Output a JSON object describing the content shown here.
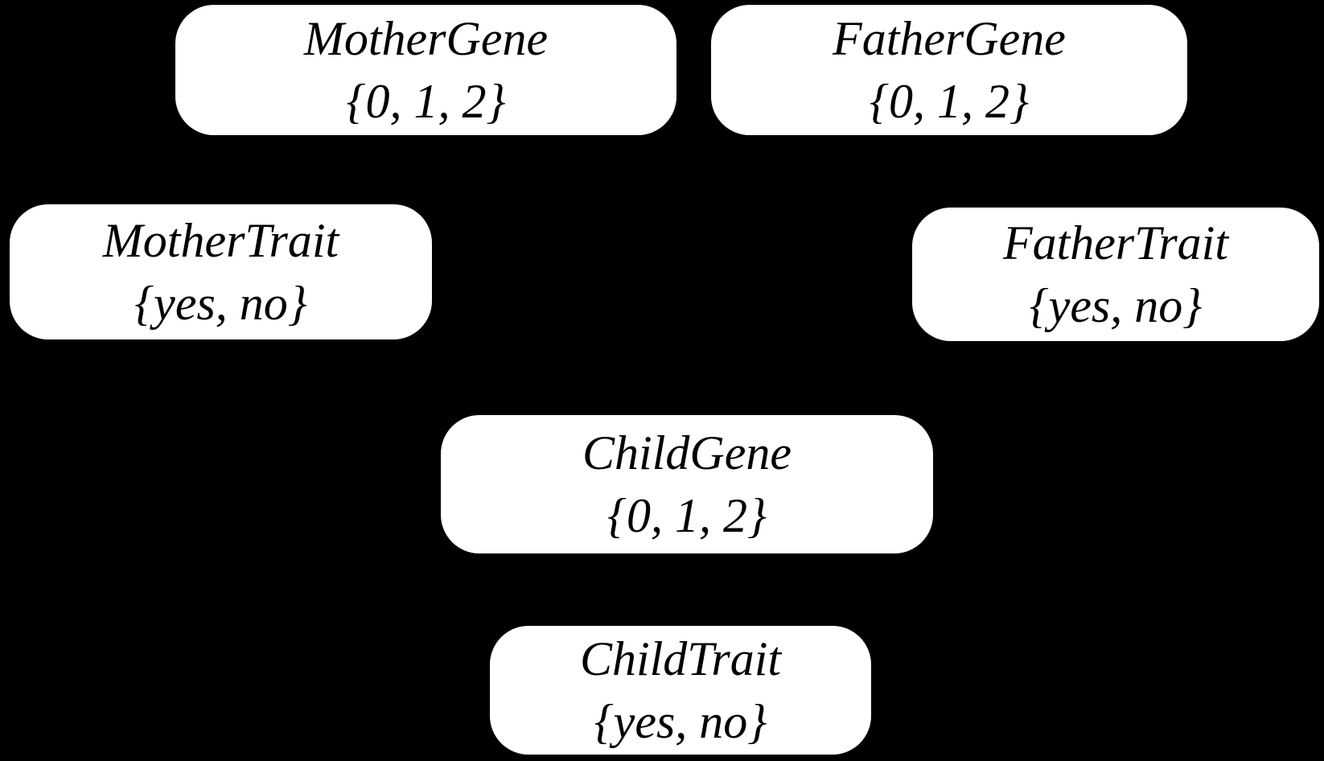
{
  "diagram": {
    "type": "bayesian-network",
    "background_color": "#000000",
    "node_fill_color": "#ffffff",
    "node_text_color": "#000000",
    "nodes": [
      {
        "id": "mother-gene",
        "label": "MotherGene",
        "values": "{0, 1, 2}"
      },
      {
        "id": "father-gene",
        "label": "FatherGene",
        "values": "{0, 1, 2}"
      },
      {
        "id": "mother-trait",
        "label": "MotherTrait",
        "values": "{yes, no}"
      },
      {
        "id": "father-trait",
        "label": "FatherTrait",
        "values": "{yes, no}"
      },
      {
        "id": "child-gene",
        "label": "ChildGene",
        "values": "{0, 1, 2}"
      },
      {
        "id": "child-trait",
        "label": "ChildTrait",
        "values": "{yes, no}"
      }
    ],
    "edges_visible": false
  }
}
